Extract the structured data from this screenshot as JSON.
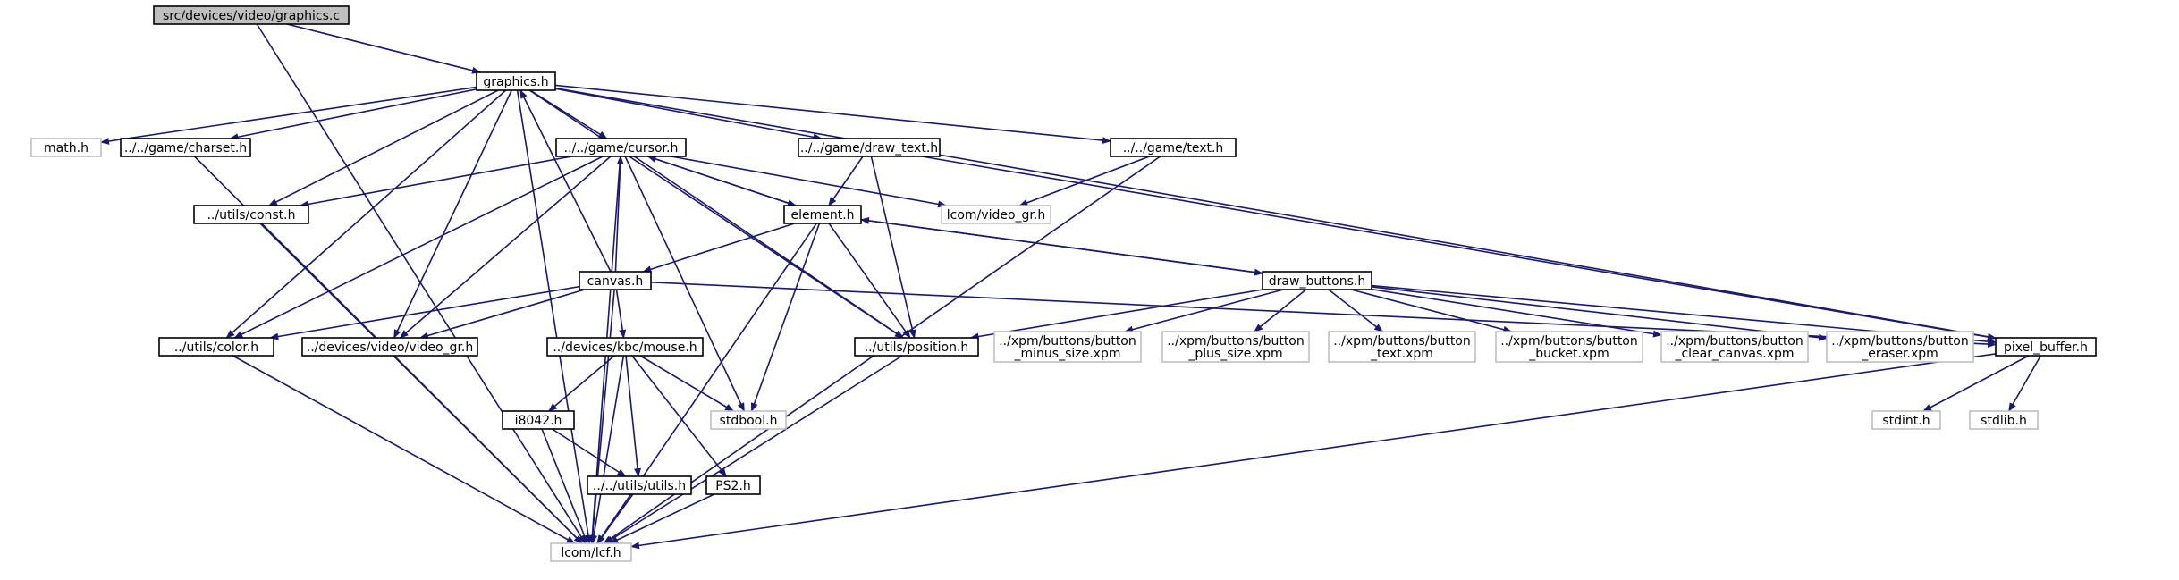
{
  "graph": {
    "nodes": [
      {
        "id": "graphics_c",
        "label": "src/devices/video/graphics.c",
        "fill": "#bfbfbf",
        "border": "#000000",
        "text": "#000000"
      },
      {
        "id": "graphics_h",
        "label": "graphics.h",
        "fill": "#ffffff",
        "border": "#000000",
        "text": "#000000"
      },
      {
        "id": "math_h",
        "label": "math.h",
        "fill": "#ffffff",
        "border": "#bfbfbf",
        "text": "#808080"
      },
      {
        "id": "charset_h",
        "label": "../../game/charset.h",
        "fill": "#ffffff",
        "border": "#000000",
        "text": "#000000"
      },
      {
        "id": "cursor_h",
        "label": "../../game/cursor.h",
        "fill": "#ffffff",
        "border": "#000000",
        "text": "#000000"
      },
      {
        "id": "draw_text_h",
        "label": "../../game/draw_text.h",
        "fill": "#ffffff",
        "border": "#000000",
        "text": "#000000"
      },
      {
        "id": "text_h",
        "label": "../../game/text.h",
        "fill": "#ffffff",
        "border": "#000000",
        "text": "#000000"
      },
      {
        "id": "const_h",
        "label": "../utils/const.h",
        "fill": "#ffffff",
        "border": "#000000",
        "text": "#000000"
      },
      {
        "id": "video_gr_lcom",
        "label": "lcom/video_gr.h",
        "fill": "#ffffff",
        "border": "#bfbfbf",
        "text": "#808080"
      },
      {
        "id": "element_h",
        "label": "element.h",
        "fill": "#ffffff",
        "border": "#000000",
        "text": "#000000"
      },
      {
        "id": "canvas_h",
        "label": "canvas.h",
        "fill": "#ffffff",
        "border": "#000000",
        "text": "#000000"
      },
      {
        "id": "draw_buttons_h",
        "label": "draw_buttons.h",
        "fill": "#ffffff",
        "border": "#000000",
        "text": "#000000"
      },
      {
        "id": "color_h",
        "label": "../utils/color.h",
        "fill": "#ffffff",
        "border": "#000000",
        "text": "#000000"
      },
      {
        "id": "video_gr_h",
        "label": "../devices/video/video_gr.h",
        "fill": "#ffffff",
        "border": "#000000",
        "text": "#000000"
      },
      {
        "id": "mouse_h",
        "label": "../devices/kbc/mouse.h",
        "fill": "#ffffff",
        "border": "#000000",
        "text": "#000000"
      },
      {
        "id": "position_h",
        "label": "../utils/position.h",
        "fill": "#ffffff",
        "border": "#000000",
        "text": "#000000"
      },
      {
        "id": "minus_xpm",
        "label": "../xpm/buttons/button\n_minus_size.xpm",
        "fill": "#ffffff",
        "border": "#bfbfbf",
        "text": "#808080"
      },
      {
        "id": "plus_xpm",
        "label": "../xpm/buttons/button\n_plus_size.xpm",
        "fill": "#ffffff",
        "border": "#bfbfbf",
        "text": "#808080"
      },
      {
        "id": "text_xpm",
        "label": "../xpm/buttons/button\n_text.xpm",
        "fill": "#ffffff",
        "border": "#bfbfbf",
        "text": "#808080"
      },
      {
        "id": "bucket_xpm",
        "label": "../xpm/buttons/button\n_bucket.xpm",
        "fill": "#ffffff",
        "border": "#bfbfbf",
        "text": "#808080"
      },
      {
        "id": "clear_xpm",
        "label": "../xpm/buttons/button\n_clear_canvas.xpm",
        "fill": "#ffffff",
        "border": "#bfbfbf",
        "text": "#808080"
      },
      {
        "id": "eraser_xpm",
        "label": "../xpm/buttons/button\n_eraser.xpm",
        "fill": "#ffffff",
        "border": "#bfbfbf",
        "text": "#808080"
      },
      {
        "id": "pixel_buffer_h",
        "label": "pixel_buffer.h",
        "fill": "#ffffff",
        "border": "#000000",
        "text": "#000000"
      },
      {
        "id": "stdbool_h",
        "label": "stdbool.h",
        "fill": "#ffffff",
        "border": "#bfbfbf",
        "text": "#808080"
      },
      {
        "id": "i8042_h",
        "label": "i8042.h",
        "fill": "#ffffff",
        "border": "#000000",
        "text": "#000000"
      },
      {
        "id": "utils_h",
        "label": "../../utils/utils.h",
        "fill": "#ffffff",
        "border": "#000000",
        "text": "#000000"
      },
      {
        "id": "ps2_h",
        "label": "PS2.h",
        "fill": "#ffffff",
        "border": "#000000",
        "text": "#000000"
      },
      {
        "id": "stdint_h",
        "label": "stdint.h",
        "fill": "#ffffff",
        "border": "#bfbfbf",
        "text": "#808080"
      },
      {
        "id": "stdlib_h",
        "label": "stdlib.h",
        "fill": "#ffffff",
        "border": "#bfbfbf",
        "text": "#808080"
      },
      {
        "id": "lcf_h",
        "label": "lcom/lcf.h",
        "fill": "#ffffff",
        "border": "#bfbfbf",
        "text": "#808080"
      }
    ],
    "edges": [
      [
        "graphics_c",
        "graphics_h"
      ],
      [
        "graphics_c",
        "lcf_h"
      ],
      [
        "graphics_h",
        "math_h"
      ],
      [
        "graphics_h",
        "charset_h"
      ],
      [
        "graphics_h",
        "cursor_h"
      ],
      [
        "graphics_h",
        "draw_text_h"
      ],
      [
        "graphics_h",
        "text_h"
      ],
      [
        "graphics_h",
        "const_h"
      ],
      [
        "graphics_h",
        "color_h"
      ],
      [
        "graphics_h",
        "video_gr_h"
      ],
      [
        "graphics_h",
        "position_h"
      ],
      [
        "graphics_h",
        "pixel_buffer_h"
      ],
      [
        "graphics_h",
        "lcf_h"
      ],
      [
        "charset_h",
        "lcf_h"
      ],
      [
        "cursor_h",
        "const_h"
      ],
      [
        "cursor_h",
        "video_gr_lcom"
      ],
      [
        "cursor_h",
        "element_h"
      ],
      [
        "cursor_h",
        "color_h"
      ],
      [
        "cursor_h",
        "video_gr_h"
      ],
      [
        "cursor_h",
        "position_h"
      ],
      [
        "cursor_h",
        "stdbool_h"
      ],
      [
        "cursor_h",
        "lcf_h"
      ],
      [
        "draw_text_h",
        "element_h"
      ],
      [
        "draw_text_h",
        "position_h"
      ],
      [
        "draw_text_h",
        "pixel_buffer_h"
      ],
      [
        "text_h",
        "video_gr_lcom"
      ],
      [
        "text_h",
        "lcf_h"
      ],
      [
        "const_h",
        "lcf_h"
      ],
      [
        "element_h",
        "cursor_h"
      ],
      [
        "element_h",
        "canvas_h"
      ],
      [
        "element_h",
        "draw_buttons_h"
      ],
      [
        "element_h",
        "position_h"
      ],
      [
        "element_h",
        "stdbool_h"
      ],
      [
        "element_h",
        "lcf_h"
      ],
      [
        "canvas_h",
        "graphics_h"
      ],
      [
        "canvas_h",
        "cursor_h"
      ],
      [
        "canvas_h",
        "color_h"
      ],
      [
        "canvas_h",
        "video_gr_h"
      ],
      [
        "canvas_h",
        "mouse_h"
      ],
      [
        "canvas_h",
        "pixel_buffer_h"
      ],
      [
        "canvas_h",
        "lcf_h"
      ],
      [
        "draw_buttons_h",
        "element_h"
      ],
      [
        "draw_buttons_h",
        "position_h"
      ],
      [
        "draw_buttons_h",
        "minus_xpm"
      ],
      [
        "draw_buttons_h",
        "plus_xpm"
      ],
      [
        "draw_buttons_h",
        "text_xpm"
      ],
      [
        "draw_buttons_h",
        "bucket_xpm"
      ],
      [
        "draw_buttons_h",
        "clear_xpm"
      ],
      [
        "draw_buttons_h",
        "eraser_xpm"
      ],
      [
        "draw_buttons_h",
        "pixel_buffer_h"
      ],
      [
        "color_h",
        "lcf_h"
      ],
      [
        "mouse_h",
        "i8042_h"
      ],
      [
        "mouse_h",
        "utils_h"
      ],
      [
        "mouse_h",
        "ps2_h"
      ],
      [
        "mouse_h",
        "stdbool_h"
      ],
      [
        "mouse_h",
        "lcf_h"
      ],
      [
        "i8042_h",
        "utils_h"
      ],
      [
        "i8042_h",
        "lcf_h"
      ],
      [
        "utils_h",
        "lcf_h"
      ],
      [
        "ps2_h",
        "lcf_h"
      ],
      [
        "position_h",
        "lcf_h"
      ],
      [
        "pixel_buffer_h",
        "stdint_h"
      ],
      [
        "pixel_buffer_h",
        "stdlib_h"
      ],
      [
        "pixel_buffer_h",
        "lcf_h"
      ]
    ],
    "edge_color": "#191970"
  }
}
